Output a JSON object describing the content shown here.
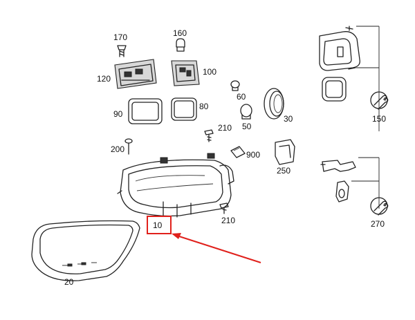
{
  "labels": {
    "p170": "170",
    "p160": "160",
    "p120": "120",
    "p100": "100",
    "p60": "60",
    "p90": "90",
    "p80": "80",
    "p50": "50",
    "p30": "30",
    "p150": "150",
    "p210a": "210",
    "p200": "200",
    "p900": "900",
    "p250": "250",
    "p270": "270",
    "p10": "10",
    "p210b": "210",
    "p20": "20"
  },
  "colors": {
    "highlight": "#e0201b",
    "line": "#222222"
  },
  "icons": [
    "wrench-icon"
  ]
}
